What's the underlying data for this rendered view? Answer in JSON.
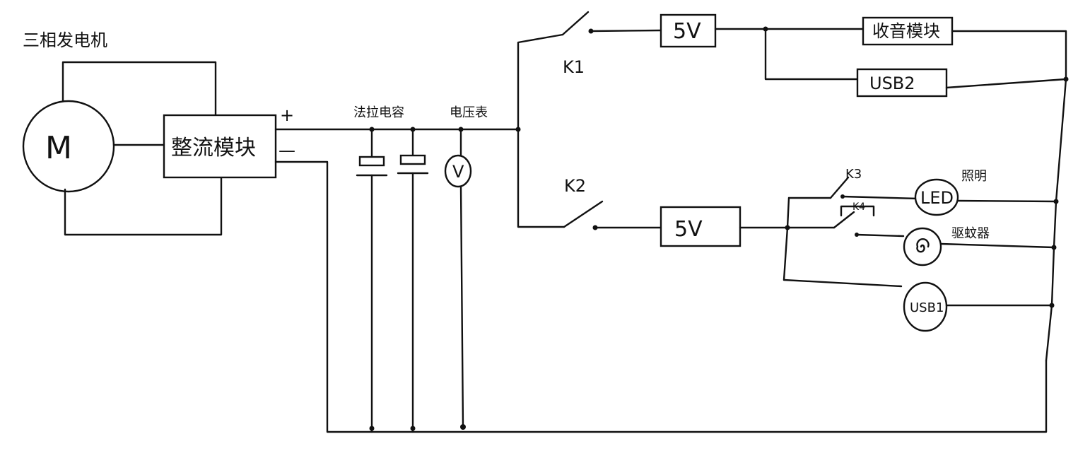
{
  "generator": {
    "title": "三相发电机",
    "symbol": "M"
  },
  "rectifier": {
    "label": "整流模块",
    "plus": "+",
    "minus": "—"
  },
  "capacitor": {
    "label": "法拉电容"
  },
  "voltmeter": {
    "label": "电压表",
    "symbol": "V"
  },
  "switches": {
    "k1": "K1",
    "k2": "K2",
    "k3": "K3",
    "k4": "K4"
  },
  "branch1": {
    "regulator": "5V",
    "radio": "收音模块",
    "usb": "USB2"
  },
  "branch2": {
    "regulator": "5V",
    "led": "LED",
    "led_label": "照明",
    "repeller_label": "驱蚊器",
    "usb": "USB1"
  }
}
